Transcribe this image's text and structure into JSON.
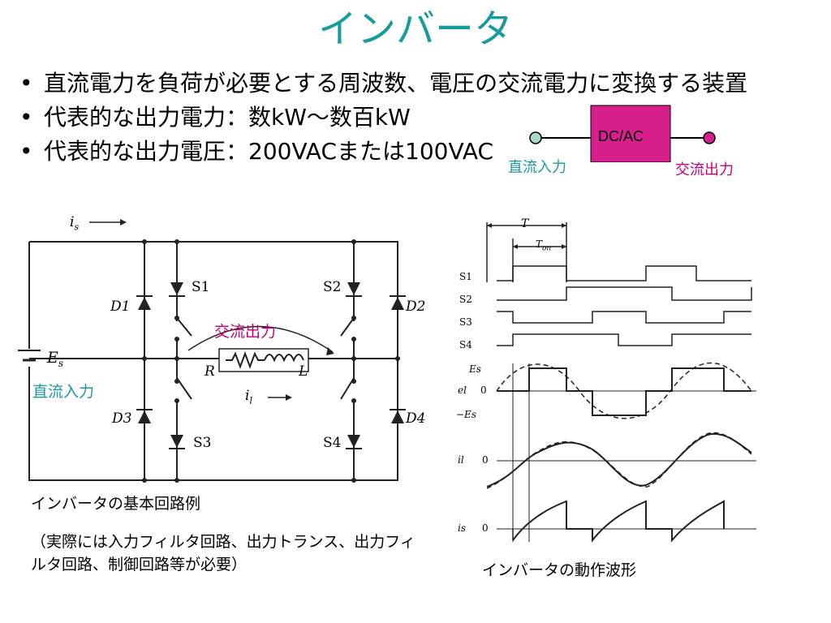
{
  "title": "インバータ",
  "bullets": [
    "直流電力を負荷が必要とする周波数、電圧の交流電力に変換する装置",
    "代表的な出力電力：数kW～数百kW",
    "代表的な出力電圧：200VACまたは100VAC"
  ],
  "block": {
    "box_label": "DC/AC",
    "input_label": "直流入力",
    "output_label": "交流出力",
    "input_color": "#1a9b9b",
    "output_color": "#c0007a",
    "box_color": "#d61f8a"
  },
  "circuit": {
    "is_label": "i",
    "is_sub": "s",
    "es_label": "E",
    "es_sub": "s",
    "dc_in_label": "直流入力",
    "ac_out_label": "交流出力",
    "diodes": [
      "D1",
      "D2",
      "D3",
      "D4"
    ],
    "switches": [
      "S1",
      "S2",
      "S3",
      "S4"
    ],
    "r_label": "R",
    "l_label": "L",
    "il_label": "i",
    "il_sub": "l",
    "caption1": "インバータの基本回路例",
    "caption2": "（実際には入力フィルタ回路、出力トランス、出力フィルタ回路、制御回路等が必要）"
  },
  "waveforms": {
    "t_label": "T",
    "ton_label": "T",
    "ton_sub": "on",
    "rows": [
      "S1",
      "S2",
      "S3",
      "S4"
    ],
    "es_pos": "Es",
    "el_label": "el",
    "es_neg": "−Es",
    "il_label": "il",
    "is_label": "is",
    "zero": "0",
    "caption": "インバータの動作波形"
  }
}
